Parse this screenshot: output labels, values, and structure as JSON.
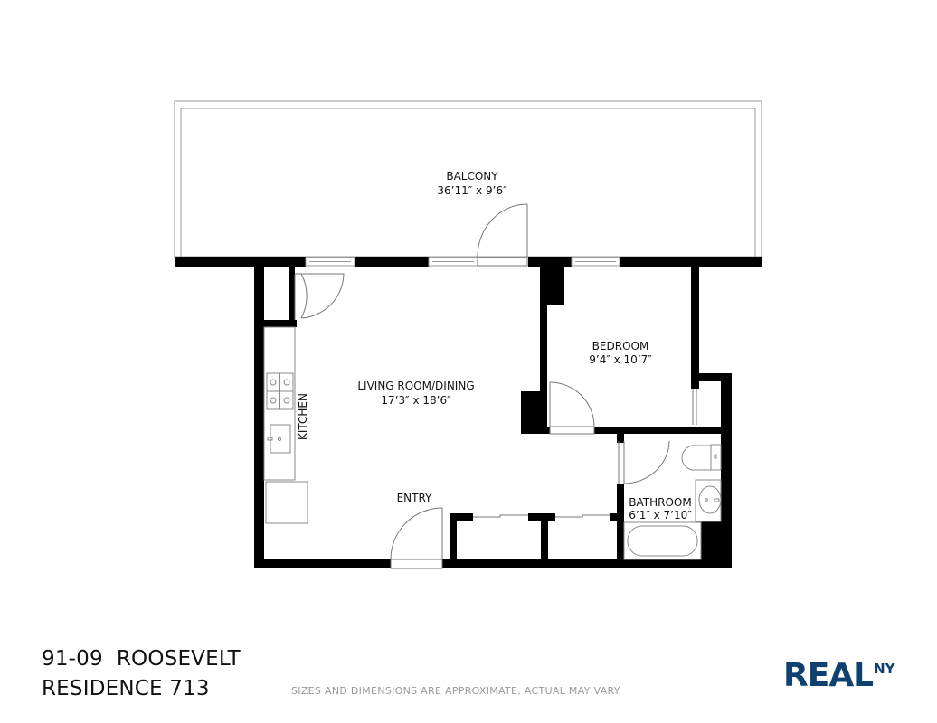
{
  "rooms": {
    "balcony": {
      "name": "BALCONY",
      "dims": "36’11″ x 9’6″"
    },
    "living": {
      "name": "LIVING ROOM/DINING",
      "dims": "17’3″ x 18’6″"
    },
    "kitchen": {
      "name": "KITCHEN"
    },
    "bedroom": {
      "name": "BEDROOM",
      "dims": "9’4″ x 10’7″"
    },
    "entry": {
      "name": "ENTRY"
    },
    "bathroom": {
      "name": "BATHROOM",
      "dims": "6’1″ x 7’10″"
    }
  },
  "footer": {
    "address_line1": "91-09  ROOSEVELT",
    "address_line2": "RESIDENCE 713",
    "disclaimer": "SIZES AND DIMENSIONS ARE APPROXIMATE, ACTUAL MAY VARY.",
    "logo_main": "REAL",
    "logo_sup": "NY"
  },
  "colors": {
    "wall": "#000000",
    "fixture_line": "#888888",
    "logo": "#0f4170",
    "disclaimer": "#9a9a9a"
  }
}
